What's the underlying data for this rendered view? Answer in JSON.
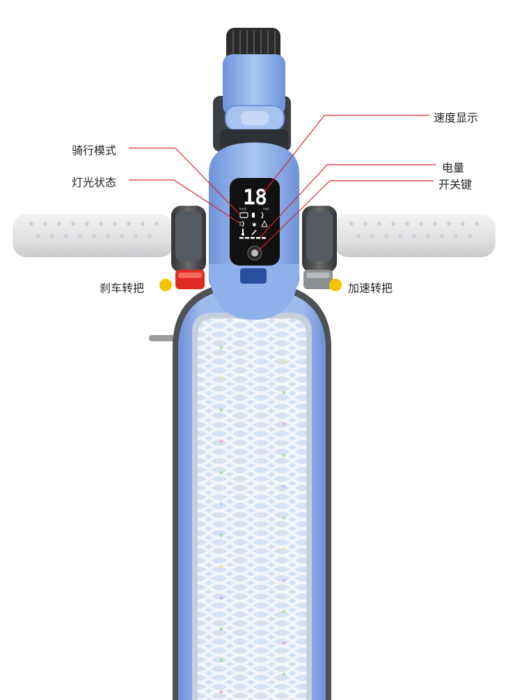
{
  "annotations": {
    "riding_mode": "骑行模式",
    "light_status": "灯光状态",
    "speed_display": "速度显示",
    "battery": "电量",
    "power_button": "开关键",
    "brake_lever": "刹车转把",
    "accelerator": "加速转把"
  },
  "display": {
    "speed": "18",
    "unit_left": "km/h",
    "unit_right": "mph"
  },
  "colors": {
    "body_blue": "#8fb3ea",
    "body_blue_dark": "#5f86cf",
    "grip_gray": "#e3e4e6",
    "brake_red": "#e02a24",
    "callout_line": "#d8262a",
    "callout_dot": "#f5c400",
    "screen_black": "#111111"
  }
}
